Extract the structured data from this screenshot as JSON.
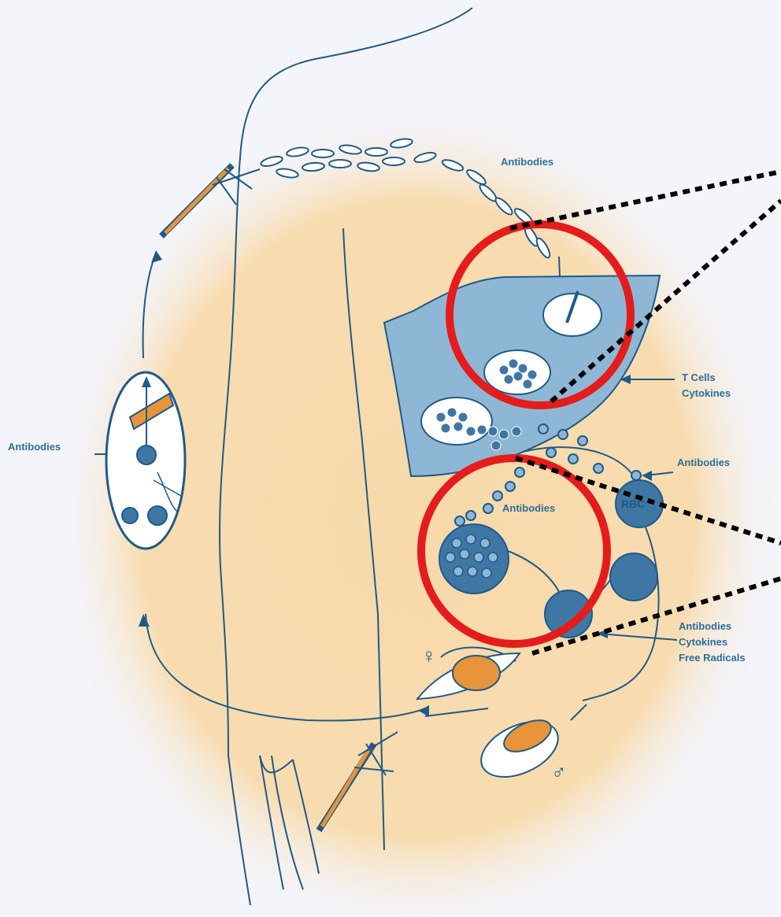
{
  "labels": {
    "antibodies_top": "Antibodies",
    "t_cells": "T Cells",
    "cytokines_liver": "Cytokines",
    "antibodies_left": "Antibodies",
    "antibodies_rbc": "Antibodies",
    "antibodies_inner": "Antibodies",
    "rbc": "RBC",
    "antibodies_bottom": "Antibodies",
    "cytokines_bottom": "Cytokines",
    "free_radicals": "Free Radicals",
    "female_symbol": "♀",
    "male_symbol": "♂"
  },
  "colors": {
    "background": "#f4f5fb",
    "glow": "#f7d9aa",
    "outline": "#1f5a87",
    "liver": "#8eb7d5",
    "cell_dark": "#3f77a4",
    "highlight_circle": "#e51c1c",
    "mosquito_orange": "#e8943a",
    "label_text": "#2f6d9a"
  }
}
